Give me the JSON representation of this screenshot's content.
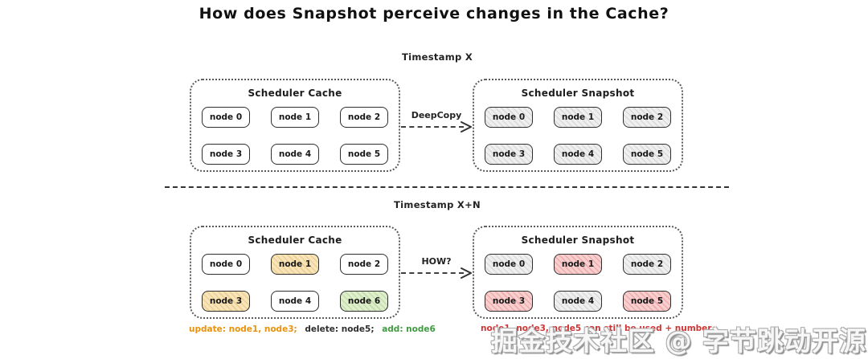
{
  "title": "How does Snapshot perceive changes in the Cache?",
  "sections": [
    {
      "timestamp": "Timestamp X",
      "arrow_label": "DeepCopy",
      "cache": {
        "title": "Scheduler Cache",
        "nodes": [
          {
            "label": "node 0",
            "state": "plain"
          },
          {
            "label": "node 1",
            "state": "plain"
          },
          {
            "label": "node 2",
            "state": "plain"
          },
          {
            "label": "node 3",
            "state": "plain"
          },
          {
            "label": "node 4",
            "state": "plain"
          },
          {
            "label": "node 5",
            "state": "plain"
          }
        ]
      },
      "snapshot": {
        "title": "Scheduler Snapshot",
        "nodes": [
          {
            "label": "node 0",
            "state": "copied"
          },
          {
            "label": "node 1",
            "state": "copied"
          },
          {
            "label": "node 2",
            "state": "copied"
          },
          {
            "label": "node 3",
            "state": "copied"
          },
          {
            "label": "node 4",
            "state": "copied"
          },
          {
            "label": "node 5",
            "state": "copied"
          }
        ]
      }
    },
    {
      "timestamp": "Timestamp X+N",
      "arrow_label": "HOW?",
      "cache": {
        "title": "Scheduler Cache",
        "nodes": [
          {
            "label": "node 0",
            "state": "plain"
          },
          {
            "label": "node 1",
            "state": "updated"
          },
          {
            "label": "node 2",
            "state": "plain"
          },
          {
            "label": "node 3",
            "state": "updated"
          },
          {
            "label": "node 4",
            "state": "plain"
          },
          {
            "label": "node 6",
            "state": "added"
          }
        ]
      },
      "snapshot": {
        "title": "Scheduler Snapshot",
        "nodes": [
          {
            "label": "node 0",
            "state": "unchanged"
          },
          {
            "label": "node 1",
            "state": "stale"
          },
          {
            "label": "node 2",
            "state": "unchanged"
          },
          {
            "label": "node 3",
            "state": "stale"
          },
          {
            "label": "node 4",
            "state": "unchanged"
          },
          {
            "label": "node 5",
            "state": "stale"
          }
        ]
      }
    }
  ],
  "captions": {
    "update": "update: node1, node3;",
    "delete": "delete: node5;",
    "add": "add: node6",
    "right": "node1, node3, node5 can still be used + number"
  },
  "watermark": "掘金技术社区 @ 字节跳动开源",
  "colors": {
    "updated_fill": "#f8e4b8",
    "added_fill": "#e0efcb",
    "stale_fill": "#f8cfcf",
    "snapshot_fill": "#efefef",
    "caption_update": "#e8920c",
    "caption_delete": "#2f2f2f",
    "caption_add": "#3f9b3f",
    "caption_right": "#cf3434"
  }
}
